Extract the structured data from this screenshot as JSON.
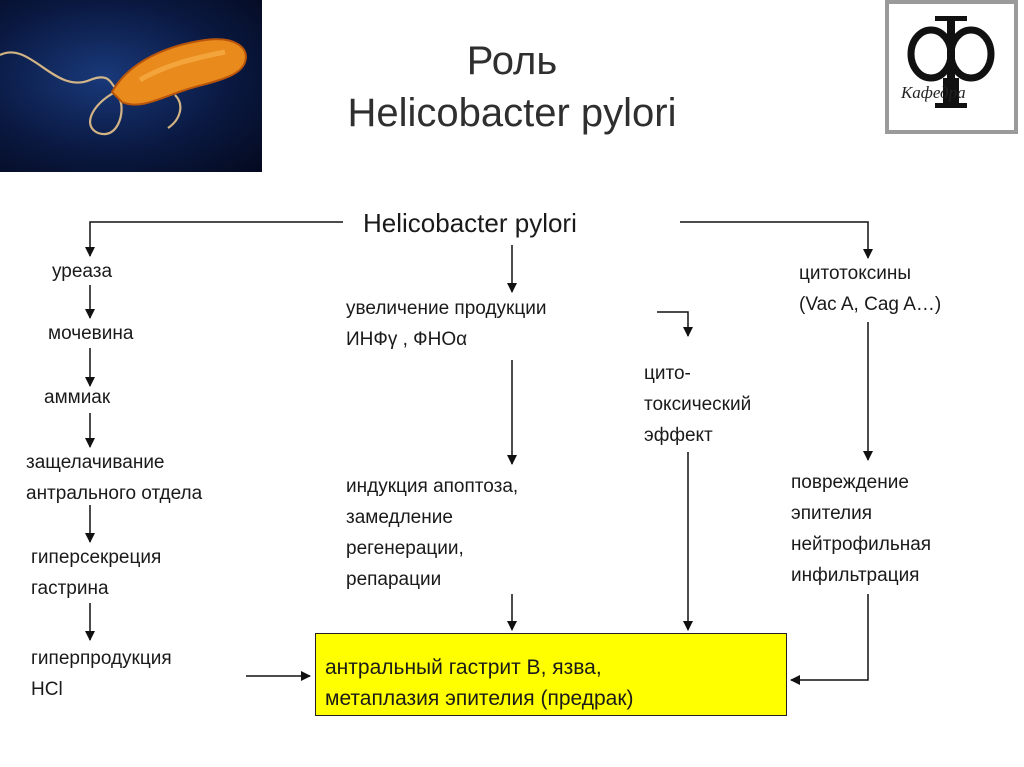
{
  "slide": {
    "title_line1": "Роль",
    "title_line2": "Helicobacter pylori"
  },
  "logo": {
    "caption": "Кафедра"
  },
  "diagram": {
    "root": "Helicobacter pylori",
    "left_chain": [
      "уреаза",
      "мочевина",
      "аммиак",
      "защелачивание",
      "антрального отдела",
      "гиперсекреция",
      "гастрина",
      "гиперпродукция",
      "HCl"
    ],
    "middle_chain": [
      "увеличение продукции",
      "ИНФγ , ФНОα",
      "индукция апоптоза,",
      "замедление",
      "регенерации,",
      "репарации"
    ],
    "cyto_effect": [
      "цито-",
      "токсический",
      "эффект"
    ],
    "right_chain": [
      "цитотоксины",
      "(Vac A, Cag A…)",
      "повреждение",
      "эпителия",
      "нейтрофильная",
      "инфильтрация"
    ],
    "result": [
      "антральный гастрит В, язва,",
      "метаплазия эпителия (предрак)"
    ]
  },
  "colors": {
    "result_fill": "#ffff00",
    "title": "#2f2f2f"
  }
}
